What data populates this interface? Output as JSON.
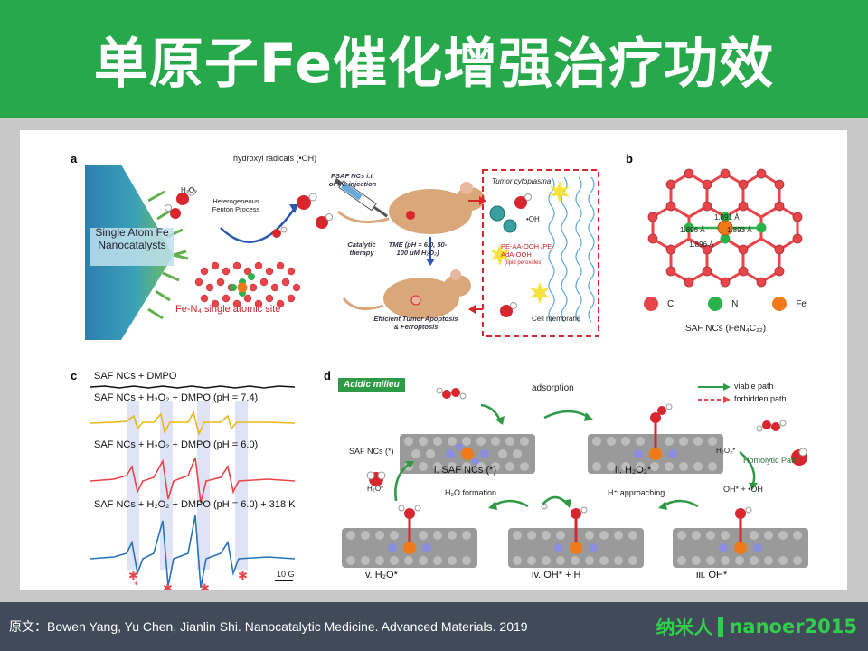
{
  "slide": {
    "title": "单原子Fe催化增强治疗功效",
    "citation": "原文：Bowen Yang, Yu Chen, Jianlin Shi. Nanocatalytic Medicine. Advanced Materials. 2019",
    "brand": "纳米人",
    "handle": "nanoer2015",
    "colors": {
      "header": "#27a84a",
      "footer": "#414a59",
      "brand": "#2fcf4a"
    }
  },
  "panel_a": {
    "label": "a",
    "catalyst": "Single Atom Fe Nanocatalysts",
    "h2o2": "H₂O₂",
    "radicals": "hydroxyl radicals (•OH)",
    "process": "Heterogeneous Fenton Process",
    "site": "Fe-N₄ single atomic site",
    "injection": "PSAF NCs i.t. or i.v. injection",
    "therapy": "Catalytic therapy",
    "tme": "TME (pH = 6.0, 50-100 μM H₂O₂)",
    "outcome": "Efficient Tumor Apoptosis & Ferroptosis",
    "cytoplasma": "Tumor cytoplasma",
    "oh": "•OH",
    "lipid": "PE-AA-OOH /PE-AdA-OOH",
    "lipid_note": "(lipid peroxides)",
    "membrane": "Cell membrane"
  },
  "panel_b": {
    "label": "b",
    "bonds": [
      "1.891 Å",
      "1.896 Å",
      "1.893 Å",
      "1.896 Å"
    ],
    "legend": [
      {
        "name": "C",
        "color": "#e8454b"
      },
      {
        "name": "N",
        "color": "#2bb24c"
      },
      {
        "name": "Fe",
        "color": "#f07a1a"
      }
    ],
    "caption": "SAF NCs (FeN₄C₂₂)"
  },
  "panel_c": {
    "label": "c",
    "spectra": [
      {
        "name": "SAF NCs + DMPO",
        "color": "#111111"
      },
      {
        "name": "SAF NCs + H₂O₂ + DMPO (pH = 7.4)",
        "color": "#e8b81a"
      },
      {
        "name": "SAF NCs + H₂O₂ + DMPO (pH = 6.0)",
        "color": "#e8454b"
      },
      {
        "name": "SAF NCs + H₂O₂ + DMPO (pH = 6.0) + 318 K",
        "color": "#2a73b8"
      }
    ],
    "scale": "10 G",
    "marker_color": "#e8454b"
  },
  "panel_d": {
    "label": "d",
    "milieu": "Acidic milieu",
    "legend_viable": "viable path",
    "legend_forbidden": "forbidden path",
    "adsorption": "adsorption",
    "step_i": "i. SAF NCs (*)",
    "step_ii": "ii. H₂O₂*",
    "step_iii": "iii. OH*",
    "step_iv": "iv. OH* + H",
    "step_v": "v. H₂O*",
    "homolytic_in": "H₂O₂*",
    "homolytic": "Homolytic Path",
    "homolytic_out": "OH* + •OH",
    "h_approaching": "H⁺ approaching",
    "h2o_formation": "H₂O formation",
    "saf_star": "SAF NCs (*)",
    "h2o_star": "H₂O*"
  }
}
